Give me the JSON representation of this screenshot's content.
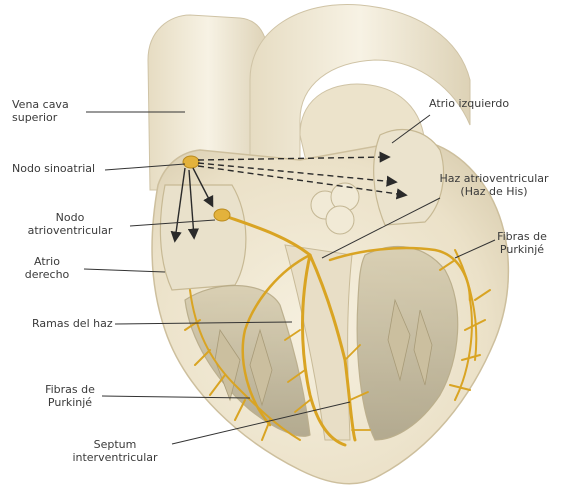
{
  "labels": {
    "vena_cava_line1": "Vena cava",
    "vena_cava_line2": "superior",
    "nodo_sinoatrial": "Nodo sinoatrial",
    "nodo_av_line1": "Nodo",
    "nodo_av_line2": "atrioventricular",
    "atrio_derecho_line1": "Atrio",
    "atrio_derecho_line2": "derecho",
    "ramas_haz": "Ramas del haz",
    "purkinje_left_line1": "Fibras de",
    "purkinje_left_line2": "Purkinjé",
    "septum_line1": "Septum",
    "septum_line2": "interventricular",
    "atrio_izquierdo": "Atrio izquierdo",
    "haz_av_line1": "Haz atrioventricular",
    "haz_av_line2": "(Haz de His)",
    "purkinje_right_line1": "Fibras de",
    "purkinje_right_line2": "Purkinjé"
  },
  "colors": {
    "conduction": "#d9a423",
    "tissue_light": "#f3ecd8",
    "tissue_mid": "#e4dac0",
    "tissue_shadow": "#b8ae92",
    "leader": "#333333"
  }
}
